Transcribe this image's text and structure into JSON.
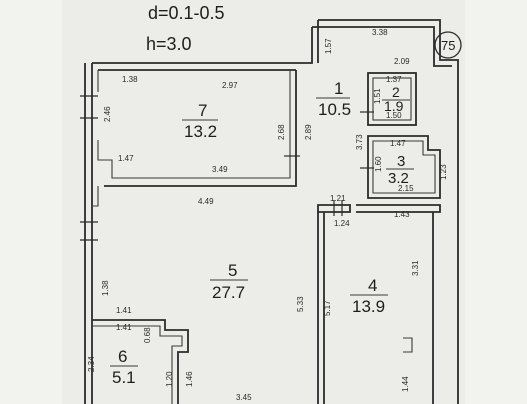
{
  "header": {
    "d": "d=0.1-0.5",
    "h": "h=3.0"
  },
  "badge": "75",
  "rooms": [
    {
      "id": "7",
      "num": "7",
      "area": "13.2"
    },
    {
      "id": "1",
      "num": "1",
      "area": "10.5"
    },
    {
      "id": "2",
      "num": "2",
      "area": "1.9"
    },
    {
      "id": "3",
      "num": "3",
      "area": "3.2"
    },
    {
      "id": "5",
      "num": "5",
      "area": "27.7"
    },
    {
      "id": "4",
      "num": "4",
      "area": "13.9"
    },
    {
      "id": "6",
      "num": "6",
      "area": "5.1"
    }
  ],
  "dims": [
    "3.38",
    "1.57",
    "2.09",
    "1.37",
    "1.51",
    "1.50",
    "1.38",
    "2.97",
    "2.46",
    "2.68",
    "2.89",
    "1.47",
    "3.49",
    "3.73",
    "1.47",
    "1.60",
    "2.15",
    "1.23",
    "4.49",
    "1.21",
    "1.24",
    "1.43",
    "3.31",
    "1.38",
    "5.33",
    "5.17",
    "1.41",
    "1.41",
    "0.68",
    "2.34",
    "1.20",
    "1.46",
    "3.45",
    "1.44"
  ]
}
